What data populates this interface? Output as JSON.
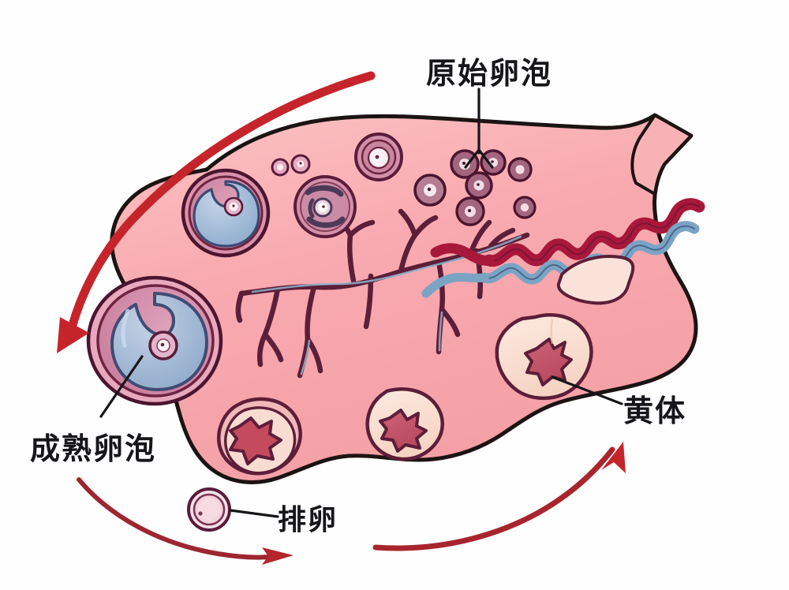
{
  "figure": {
    "kind": "anatomical-illustration",
    "subject": "ovary-cross-section",
    "background_color": "#ffffff"
  },
  "labels": {
    "primordial_follicle": "原始卵泡",
    "mature_follicle": "成熟卵泡",
    "ovulation": "排卵",
    "corpus_luteum": "黄体"
  },
  "colors": {
    "ovary_fill": "#f7a8ae",
    "ovary_fill_light": "#fbc3c3",
    "outline": "#1c1412",
    "follicle_ring": "#6e2340",
    "follicle_theca": "#cf8aa6",
    "antrum_blue": "#9cb6d4",
    "antrum_blue_dark": "#7e9cc0",
    "corpus_luteum_body": "#f8ddd0",
    "corpus_luteum_core": "#c4566c",
    "corpus_albicans": "#fae2d8",
    "artery_red": "#b01838",
    "vein_blue": "#7ba3c4",
    "vessel_dark": "#5c1e38",
    "arrow_red": "#c5252a",
    "label_text": "#16161a"
  },
  "structures": [
    {
      "name": "ovary-body",
      "count": 1
    },
    {
      "name": "mature-follicle-large",
      "count": 1
    },
    {
      "name": "mature-follicle-small",
      "count": 1
    },
    {
      "name": "secondary-follicle",
      "count": 1
    },
    {
      "name": "primary-follicle",
      "count": 1
    },
    {
      "name": "primordial-follicle",
      "count": 9
    },
    {
      "name": "corpus-luteum",
      "count": 3
    },
    {
      "name": "corpus-albicans",
      "count": 1
    },
    {
      "name": "released-ovum",
      "count": 1
    },
    {
      "name": "ovarian-artery",
      "count": 1
    },
    {
      "name": "ovarian-vein",
      "count": 1
    },
    {
      "name": "stromal-vessel-tree",
      "count": 1
    },
    {
      "name": "cycle-arrow",
      "count": 3
    }
  ],
  "arrows": [
    {
      "name": "cycle-arrow-left",
      "direction": "down"
    },
    {
      "name": "cycle-arrow-bottom",
      "direction": "right"
    },
    {
      "name": "cycle-arrow-right",
      "direction": "up-right"
    }
  ]
}
